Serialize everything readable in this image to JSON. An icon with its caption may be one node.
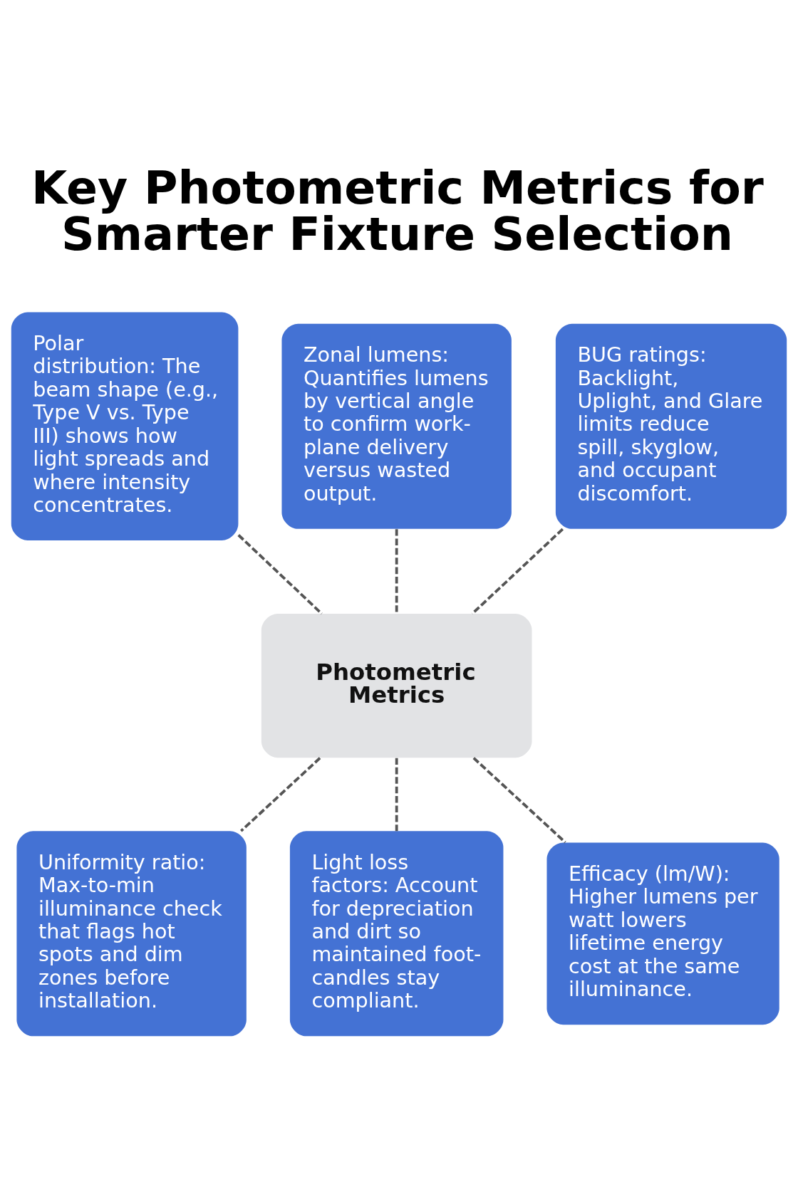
{
  "diagram": {
    "title": "Key Photometric Metrics for Smarter Fixture Selection",
    "nodes": [
      {
        "text": [
          "Polar distribution: The beam shape (e.g., Type V vs. Type III) shows how light spreads and where intensity concentrates."
        ]
      },
      {
        "text": [
          "Zonal lumens: Quantifies lumens by vertical angle to confirm work-plane delivery versus wasted output."
        ]
      },
      {
        "text": [
          "BUG ratings: Backlight, Uplight, and Glare limits reduce spill, skyglow, and occupant discomfort."
        ]
      },
      {
        "text": [
          "Photometric Metrics"
        ]
      },
      {
        "text": [
          "Uniformity ratio: Max-to-min illuminance check that flags hot spots and dim zones before installation."
        ]
      },
      {
        "text": [
          "Light loss factors: Account for depreciation and dirt so maintained foot-candles stay compliant."
        ]
      },
      {
        "text": [
          "Efficacy (lm/W): Higher lumens per watt lowers lifetime energy cost at the same illuminance."
        ]
      }
    ],
    "edges": [
      {
        "from": 0,
        "to": 3,
        "arrow": "none",
        "style": "dashed"
      },
      {
        "from": 1,
        "to": 3,
        "arrow": "none",
        "style": "dashed"
      },
      {
        "from": 2,
        "to": 3,
        "arrow": "none",
        "style": "dashed"
      },
      {
        "from": 3,
        "to": 4,
        "arrow": "none",
        "style": "dashed"
      },
      {
        "from": 3,
        "to": 5,
        "arrow": "none",
        "style": "dashed"
      },
      {
        "from": 3,
        "to": 6,
        "arrow": "none",
        "style": "dashed"
      }
    ]
  }
}
